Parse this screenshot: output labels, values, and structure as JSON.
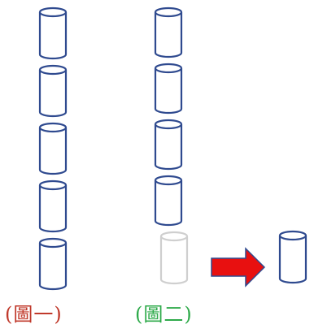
{
  "figure_1": {
    "caption": "(圖一)",
    "cylinder_count": 5
  },
  "figure_2": {
    "caption": "(圖二)",
    "solid_cylinder_count": 4,
    "faded_cylinder_count": 1,
    "moved_cylinder_count": 1
  },
  "colors": {
    "cylinder_stroke": "#2f4a8f",
    "faded_stroke": "#cfcfcf",
    "arrow_fill": "#e81010",
    "arrow_stroke": "#2f4a8f",
    "caption_1": "#c0392b",
    "caption_2": "#2eaa4a"
  }
}
